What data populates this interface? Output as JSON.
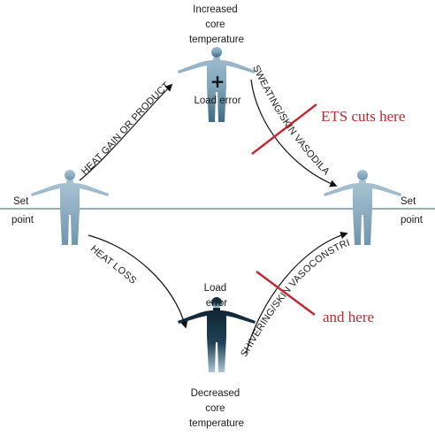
{
  "labels": {
    "top": [
      "Increased",
      "core",
      "temperature"
    ],
    "top_error": "Load error",
    "top_sign": "+",
    "bottom_error": [
      "Load",
      "error"
    ],
    "bottom": [
      "Decreased",
      "core",
      "temperature"
    ],
    "set_point_left": [
      "Set",
      "point"
    ],
    "set_point_right": [
      "Set",
      "point"
    ]
  },
  "arrows": {
    "heat_gain": "HEAT GAIN OR PRODUCTION",
    "sweating": "SWEATING/SKIN VASODILATATION",
    "heat_loss": "HEAT LOSS",
    "shivering": "SHIVERING/SKIN VASOCONSTRICTION"
  },
  "annotations": {
    "ets_top": "ETS cuts here",
    "ets_bottom": "and here"
  },
  "colors": {
    "annotation": "#c0282d",
    "setpoint_line": "#4a7f9e",
    "figure_light": "#8fb0c4",
    "figure_dark": "#173042"
  }
}
